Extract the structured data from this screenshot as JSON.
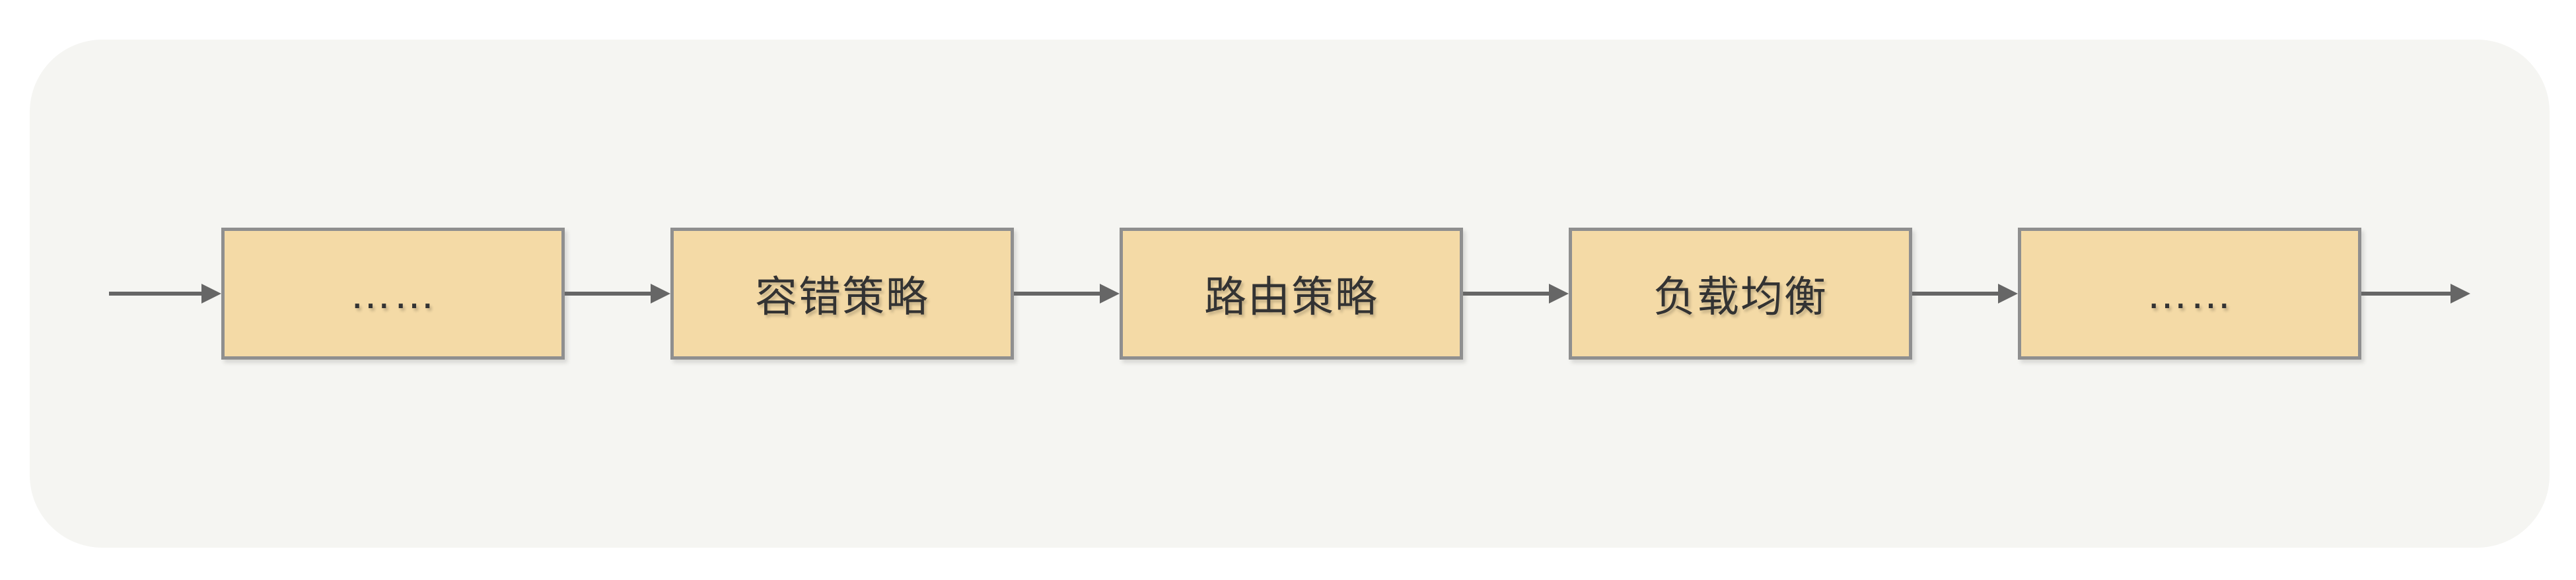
{
  "diagram": {
    "type": "flowchart",
    "flow_direction": "left-to-right",
    "colors": {
      "page_bg": "#ffffff",
      "canvas_bg": "#f5f5f2",
      "node_fill": "#f4daa6",
      "node_border": "#8f8f8f",
      "arrow": "#666666",
      "text": "#333333"
    },
    "nodes": [
      {
        "id": "ellipsis-start",
        "label": "……"
      },
      {
        "id": "fault-tolerance",
        "label": "容错策略"
      },
      {
        "id": "routing",
        "label": "路由策略"
      },
      {
        "id": "load-balance",
        "label": "负载均衡"
      },
      {
        "id": "ellipsis-end",
        "label": "……"
      }
    ],
    "connections": [
      {
        "from": "external-in",
        "to": "ellipsis-start"
      },
      {
        "from": "ellipsis-start",
        "to": "fault-tolerance"
      },
      {
        "from": "fault-tolerance",
        "to": "routing"
      },
      {
        "from": "routing",
        "to": "load-balance"
      },
      {
        "from": "load-balance",
        "to": "ellipsis-end"
      },
      {
        "from": "ellipsis-end",
        "to": "external-out"
      }
    ]
  }
}
